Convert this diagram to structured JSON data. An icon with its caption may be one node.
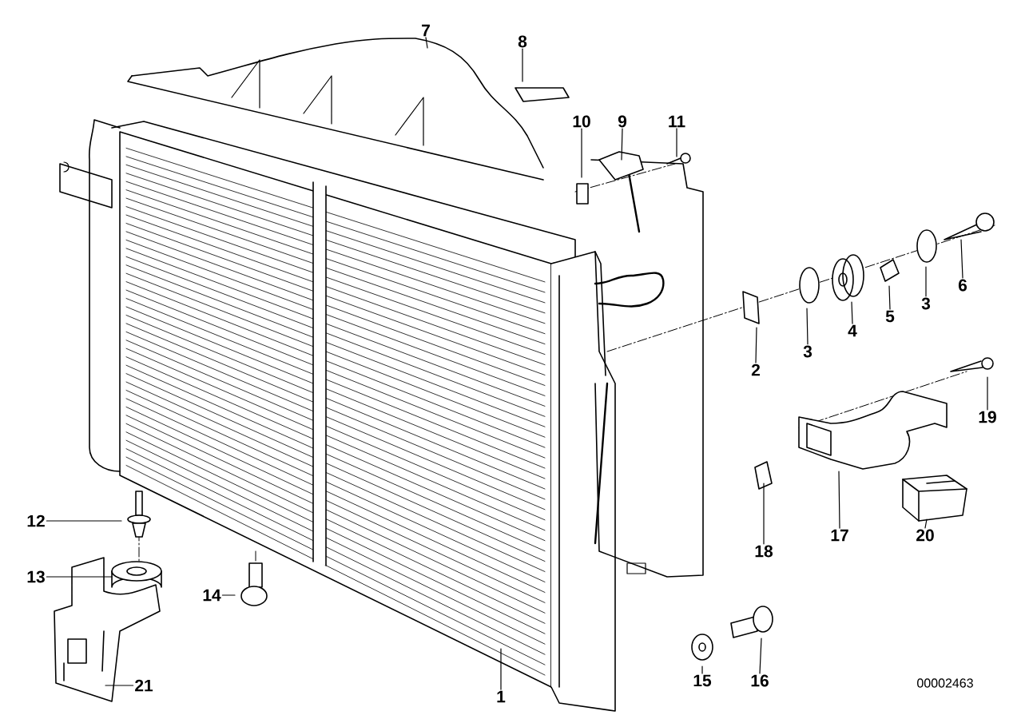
{
  "diagram": {
    "nodes": [
      {
        "text": [
          "1"
        ]
      },
      {
        "text": [
          "2"
        ]
      },
      {
        "text": [
          "3"
        ]
      },
      {
        "text": [
          "4"
        ]
      },
      {
        "text": [
          "5"
        ]
      },
      {
        "text": [
          "3"
        ]
      },
      {
        "text": [
          "6"
        ]
      },
      {
        "text": [
          "7"
        ]
      },
      {
        "text": [
          "8"
        ]
      },
      {
        "text": [
          "9"
        ]
      },
      {
        "text": [
          "10"
        ]
      },
      {
        "text": [
          "11"
        ]
      },
      {
        "text": [
          "12"
        ]
      },
      {
        "text": [
          "13"
        ]
      },
      {
        "text": [
          "14"
        ]
      },
      {
        "text": [
          "15"
        ]
      },
      {
        "text": [
          "16"
        ]
      },
      {
        "text": [
          "17"
        ]
      },
      {
        "text": [
          "18"
        ]
      },
      {
        "text": [
          "19"
        ]
      },
      {
        "text": [
          "20"
        ]
      },
      {
        "text": [
          "21"
        ]
      }
    ],
    "edges": [
      {
        "from": 0,
        "to": null,
        "arrow": "none"
      },
      {
        "from": 1,
        "to": null,
        "arrow": "none"
      },
      {
        "from": 2,
        "to": null,
        "arrow": "none"
      },
      {
        "from": 3,
        "to": null,
        "arrow": "none"
      },
      {
        "from": 4,
        "to": null,
        "arrow": "none"
      },
      {
        "from": 5,
        "to": null,
        "arrow": "none"
      },
      {
        "from": 6,
        "to": null,
        "arrow": "none"
      },
      {
        "from": 7,
        "to": null,
        "arrow": "none"
      },
      {
        "from": 8,
        "to": null,
        "arrow": "none"
      },
      {
        "from": 9,
        "to": null,
        "arrow": "none"
      },
      {
        "from": 10,
        "to": null,
        "arrow": "none"
      },
      {
        "from": 11,
        "to": null,
        "arrow": "none"
      },
      {
        "from": 12,
        "to": null,
        "arrow": "none"
      },
      {
        "from": 13,
        "to": null,
        "arrow": "none"
      },
      {
        "from": 14,
        "to": null,
        "arrow": "none"
      },
      {
        "from": 15,
        "to": null,
        "arrow": "none"
      },
      {
        "from": 16,
        "to": null,
        "arrow": "none"
      },
      {
        "from": 17,
        "to": null,
        "arrow": "none"
      },
      {
        "from": 18,
        "to": null,
        "arrow": "none"
      },
      {
        "from": 19,
        "to": null,
        "arrow": "none"
      },
      {
        "from": 20,
        "to": null,
        "arrow": "none"
      },
      {
        "from": 21,
        "to": null,
        "arrow": "none"
      }
    ],
    "labels": [
      "00002463"
    ]
  }
}
